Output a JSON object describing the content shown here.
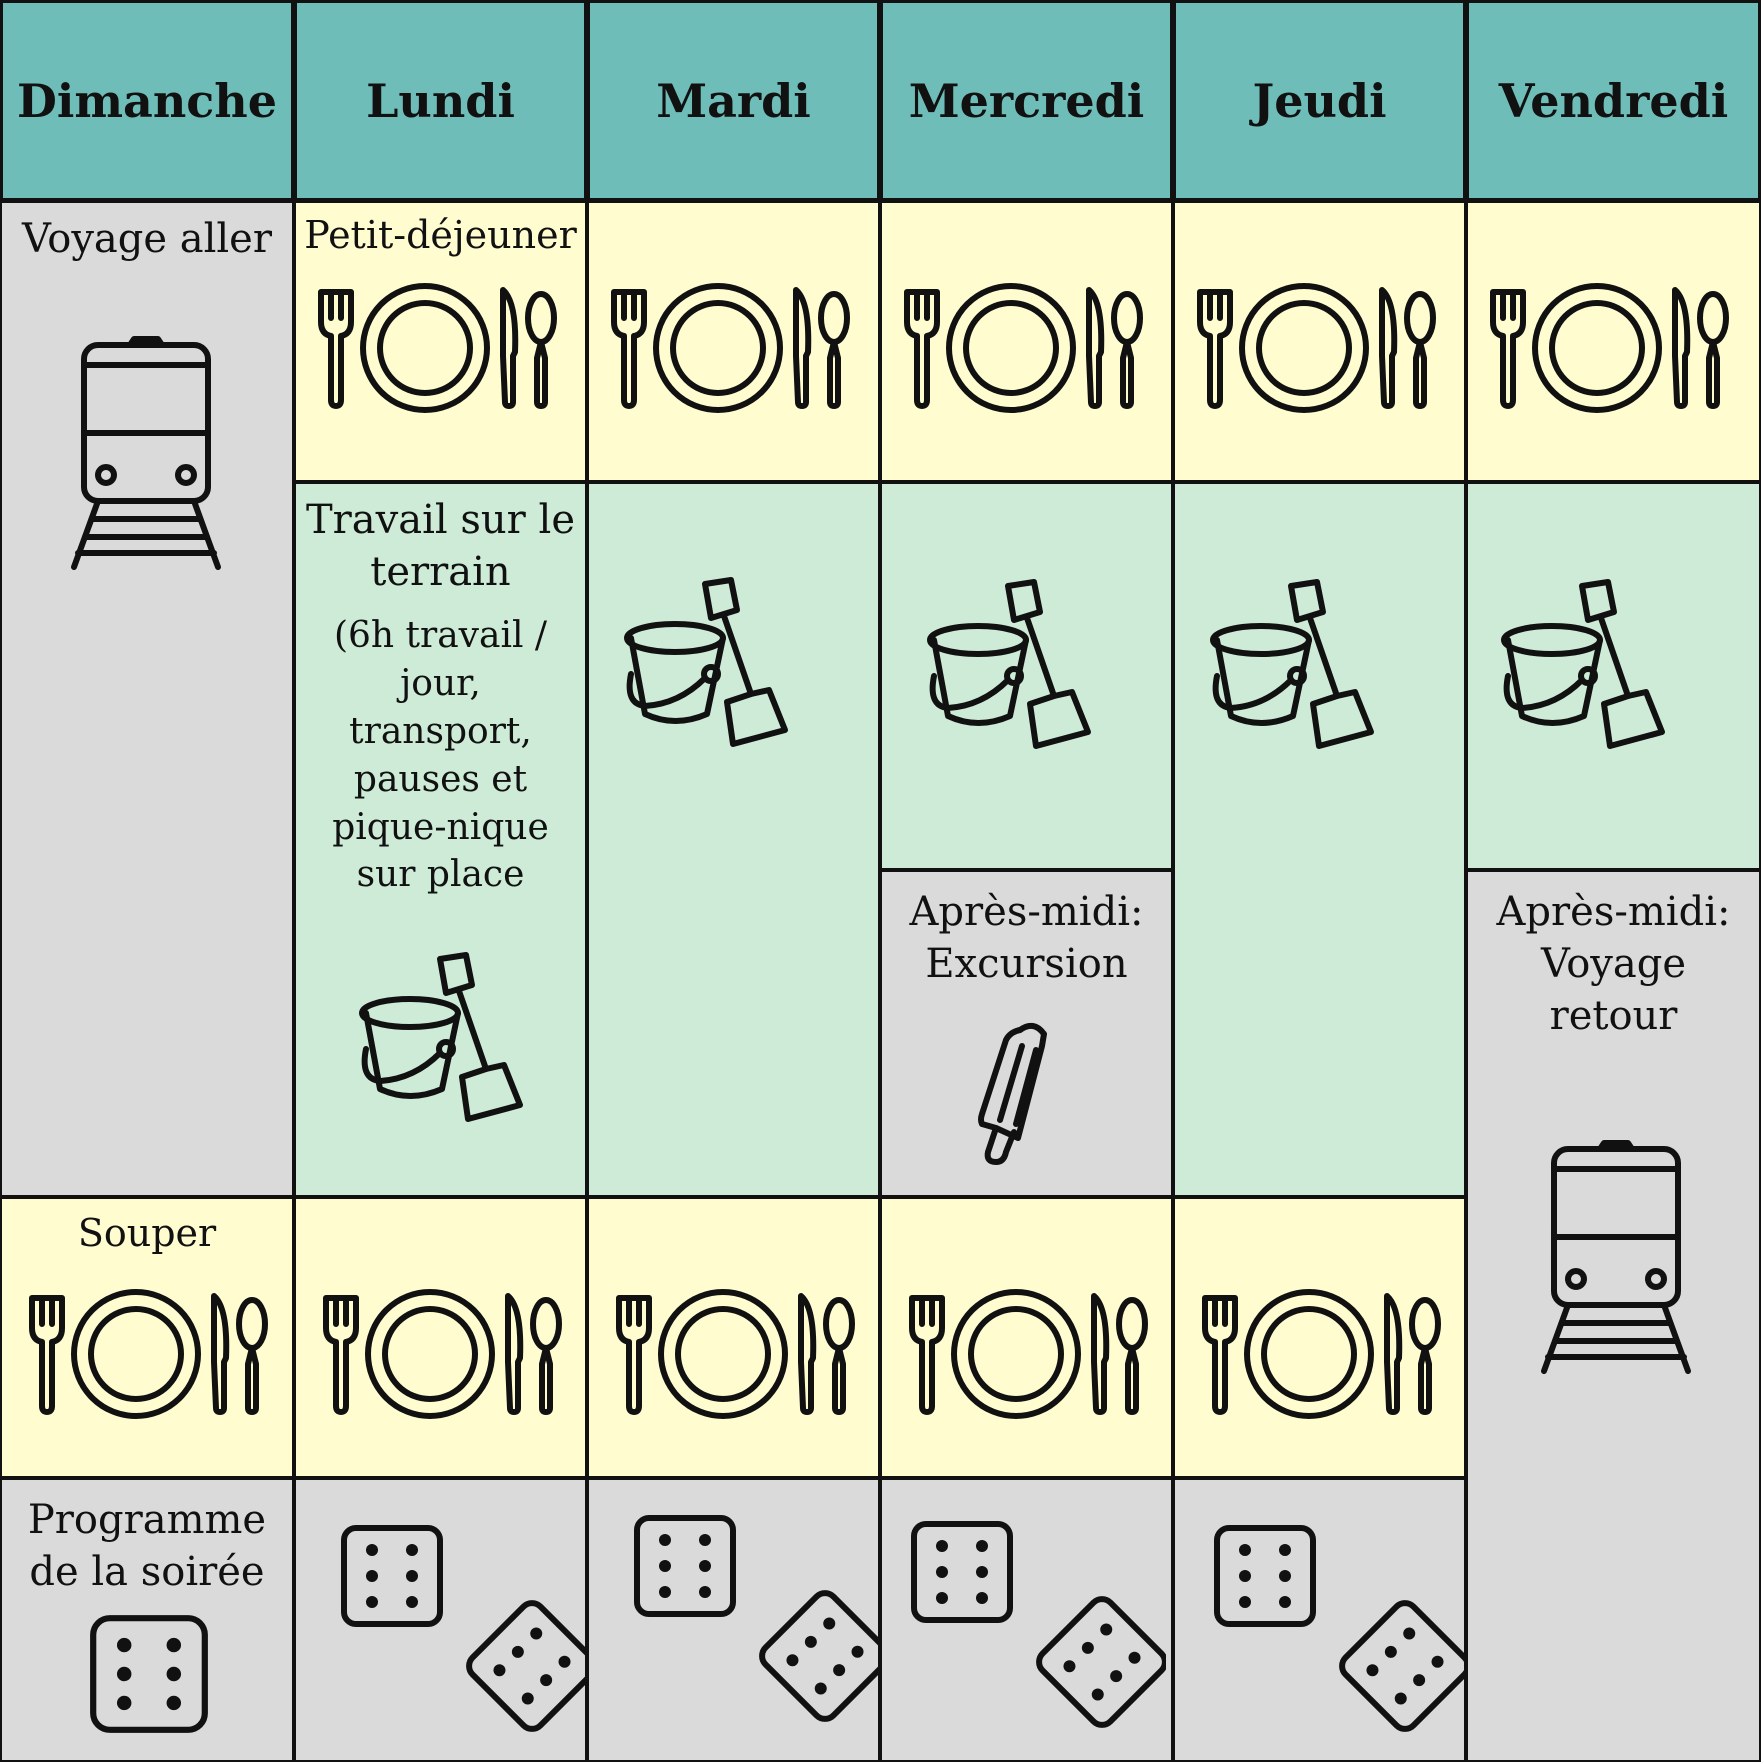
{
  "days": [
    "Dimanche",
    "Lundi",
    "Mardi",
    "Mercredi",
    "Jeudi",
    "Vendredi"
  ],
  "labels": {
    "travel_out": "Voyage aller",
    "breakfast": "Petit-déjeuner",
    "fieldwork_title": "Travail sur le terrain",
    "fieldwork_detail": "(6h travail / jour, transport, pauses et pique-nique sur place",
    "excursion": "Après-midi: Excursion",
    "travel_back": "Après-midi: Voyage retour",
    "dinner": "Souper",
    "evening": "Programme de la soirée"
  },
  "colors": {
    "header": "#6fbdb8",
    "meal": "#fffcd0",
    "work": "#cdebd6",
    "grey": "#dadada"
  },
  "icons": [
    "train-icon",
    "place-setting-icon",
    "bucket-shovel-icon",
    "ice-pop-icon",
    "dice-icon",
    "single-die-icon"
  ]
}
